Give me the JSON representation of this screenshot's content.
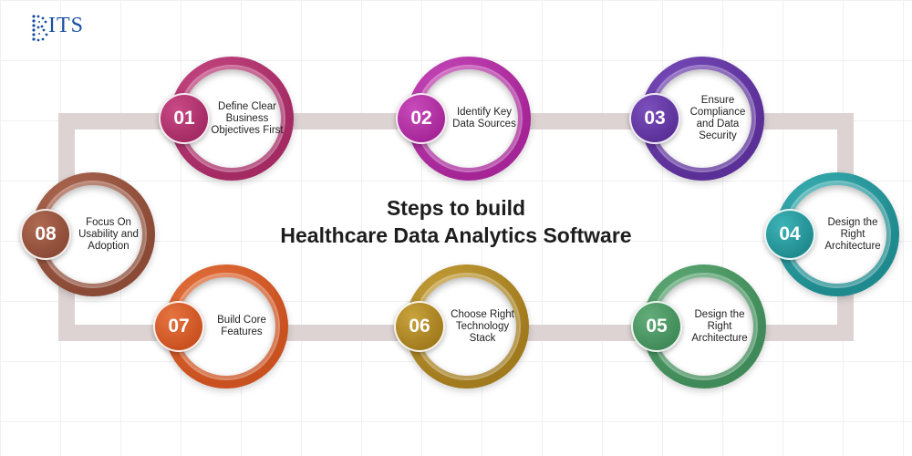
{
  "logo": {
    "text": "ITS",
    "icon": "dotted-b-logo-icon",
    "color": "#1a4fa0"
  },
  "title": {
    "line1": "Steps to build",
    "line2": "Healthcare Data Analytics Software"
  },
  "steps": [
    {
      "number": "01",
      "label": "Define Clear Business Objectives First",
      "color": "#a32a63",
      "light": "#c94a86"
    },
    {
      "number": "02",
      "label": "Identify Key Data Sources",
      "color": "#a52597",
      "light": "#c94bbb"
    },
    {
      "number": "03",
      "label": "Ensure Compliance and Data Security",
      "color": "#5a2f97",
      "light": "#7b4fbd"
    },
    {
      "number": "04",
      "label": "Design the Right Architecture",
      "color": "#1f8a8e",
      "light": "#3db3b6"
    },
    {
      "number": "05",
      "label": "Design the Right Architecture",
      "color": "#3f8a58",
      "light": "#62ad79"
    },
    {
      "number": "06",
      "label": "Choose Right Technology Stack",
      "color": "#a07a1d",
      "light": "#c9a33c"
    },
    {
      "number": "07",
      "label": "Build Core Features",
      "color": "#c9501f",
      "light": "#e57440"
    },
    {
      "number": "08",
      "label": "Focus On Usability and Adoption",
      "color": "#8a4a36",
      "light": "#b06a53"
    }
  ],
  "connector_color": "#ddd3d3"
}
